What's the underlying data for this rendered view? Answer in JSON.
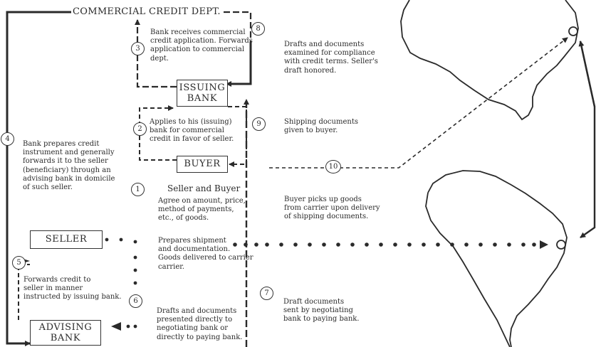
{
  "header": {
    "title": "COMMERCIAL CREDIT DEPT."
  },
  "boxes": {
    "issuing_bank": "ISSUING\nBANK",
    "buyer": "BUYER",
    "seller": "SELLER",
    "advising_bank": "ADVISING\nBANK"
  },
  "steps": [
    {
      "num": "1",
      "title": "Seller and Buyer",
      "text": "Agree on amount, price,\nmethod of payments,\netc., of goods."
    },
    {
      "num": "2",
      "text": "Applies to his (issuing)\nbank for commercial\ncredit in favor of seller."
    },
    {
      "num": "3",
      "text": "Bank receives commercial\ncredit application. Forwards\napplication to commercial\ndept."
    },
    {
      "num": "4",
      "text": "Bank prepares credit\ninstrument and generally\nforwards it to the seller\n(beneficiary) through an\nadvising bank in domicile\nof such seller."
    },
    {
      "num": "5",
      "text": "Forwards credit to\nseller in manner\ninstructed by issuing bank."
    },
    {
      "num": "6",
      "text": "Drafts and documents\npresented directly to\nnegotiating bank or\ndirectly to paying bank."
    },
    {
      "num": "7",
      "text": "Draft documents\nsent by negotiating\nbank to paying bank."
    },
    {
      "num": "8",
      "text": "Drafts and documents\nexamined for compliance\nwith credit terms. Seller's\ndraft honored."
    },
    {
      "num": "9",
      "text": "Shipping documents\ngiven to buyer."
    },
    {
      "num": "10",
      "text": ""
    }
  ],
  "notes": {
    "shipment": "Prepares shipment\nand documentation.\nGoods delivered to carrier\ncarrier.",
    "pickup": "Buyer picks up goods\nfrom carrier upon delivery\nof shipping documents."
  },
  "colors": {
    "ink": "#2a2a2a",
    "background": "#ffffff"
  }
}
